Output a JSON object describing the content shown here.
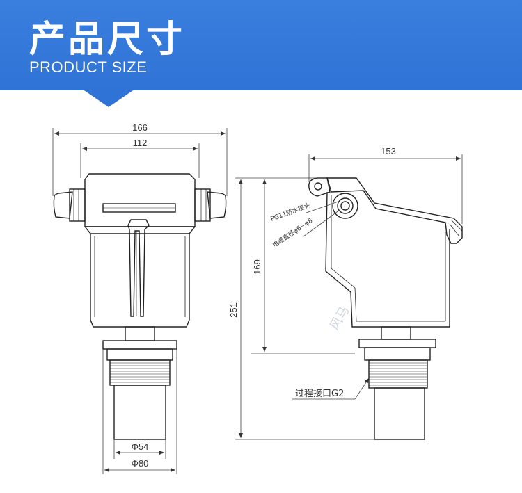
{
  "header": {
    "title": "产品尺寸",
    "subtitle": "PRODUCT SIZE"
  },
  "dimensions": {
    "total_width": "166",
    "housing_width": "112",
    "head_depth": "153",
    "head_height": "169",
    "total_height": "251",
    "probe_diameter": "Φ54",
    "flange_diameter": "Φ80"
  },
  "annotations": {
    "gland": "PG11防水接头",
    "cable": "电缆直径φ6~φ8",
    "process_connection": "过程接口G2"
  },
  "watermark": "风马",
  "colors": {
    "banner": "#2f73d6",
    "line": "#222222",
    "dimension": "#333333"
  }
}
